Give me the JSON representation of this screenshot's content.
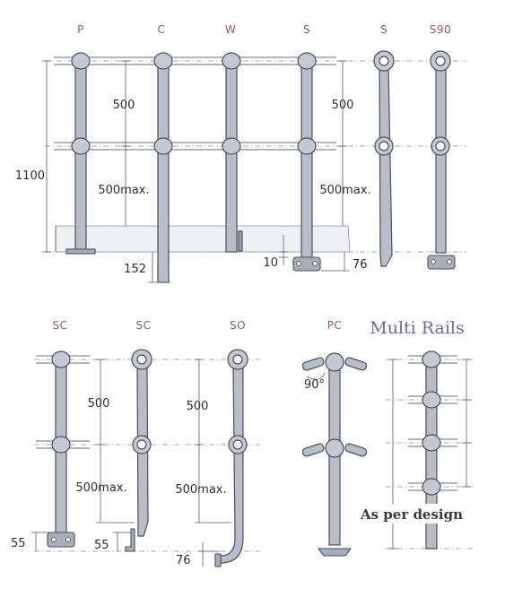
{
  "labels": {
    "top": [
      "P",
      "C",
      "W",
      "S",
      "S",
      "S90"
    ],
    "bottom": [
      "SC",
      "SC",
      "SO",
      "PC"
    ]
  },
  "dimensions": {
    "d500_a": "500",
    "d500max_a": "500max.",
    "d1100": "1100",
    "d152": "152",
    "d500_b": "500",
    "d500max_b": "500max.",
    "d10": "10",
    "d76_a": "76",
    "d500_c": "500",
    "d500max_c": "500max.",
    "d55_a": "55",
    "d55_b": "55",
    "d500_d": "500",
    "d500max_d": "500max.",
    "d76_b": "76",
    "angle": "90°"
  },
  "title": "Multi Rails",
  "note": "As per design"
}
